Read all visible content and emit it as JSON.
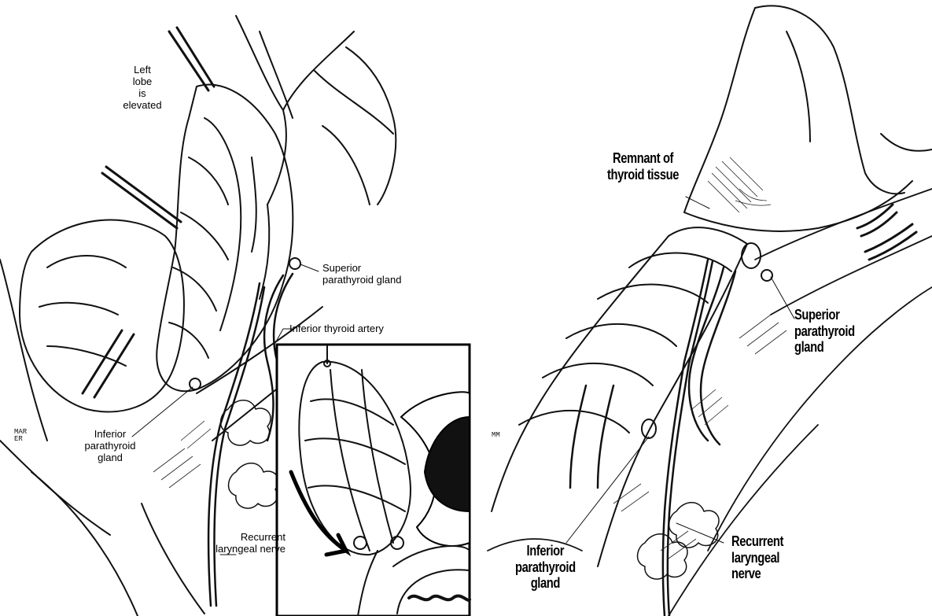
{
  "left_panel": {
    "labels": {
      "left_lobe": "Left\nlobe\nis\nelevated",
      "superior": "Superior\nparathyroid gland",
      "inferior_artery": "Inferior thyroid artery",
      "inferior": "Inferior\nparathyroid\ngland",
      "nerve": "Recurrent\nlaryngeal nerve"
    }
  },
  "right_panel": {
    "labels": {
      "remnant": "Remnant of\nthyroid tissue",
      "superior": "Superior\nparathyroid\ngland",
      "inferior": "Inferior\nparathyroid\ngland",
      "nerve": "Recurrent\nlaryngeal\nnerve"
    }
  },
  "signatures": [
    "MAR\nER",
    "MM"
  ],
  "colors": {
    "ink": "#111111",
    "background": "#ffffff"
  }
}
